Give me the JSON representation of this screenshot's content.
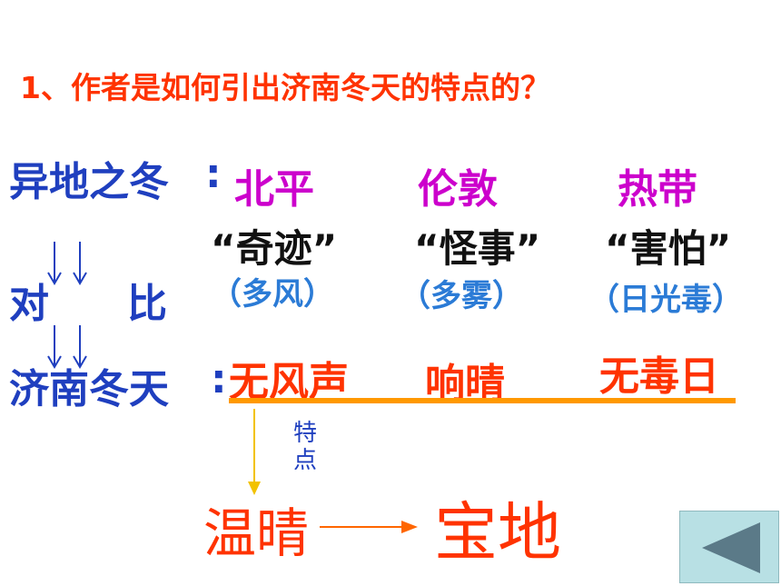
{
  "question": "1、作者是如何引出济南冬天的特点的？",
  "rows": {
    "other_winter_label": "异地之冬",
    "colon1": ":",
    "compare_left": "对",
    "compare_right": "比",
    "jinan_label": "济南冬天",
    "colon2": ":"
  },
  "cities": [
    {
      "name": "北平",
      "feature": "“奇迹”",
      "reason": "（多风）",
      "jinan": "无风声"
    },
    {
      "name": "伦敦",
      "feature": "“怪事”",
      "reason": "（多雾）",
      "jinan": "响晴"
    },
    {
      "name": "热带",
      "feature": "“害怕”",
      "reason": "（日光毒）",
      "jinan": "无毒日"
    }
  ],
  "trait_label": [
    "特",
    "点"
  ],
  "result": {
    "warm_sunny": "温晴",
    "treasure": "宝地"
  },
  "nav": {
    "back_icon": "triangle-left-icon"
  },
  "colors": {
    "question": "#ff3300",
    "blue": "#1f3fbf",
    "purple": "#cc00cc",
    "light_blue": "#2b7bd6",
    "orange_line": "#ff9900",
    "arrow_yellow": "#f2c200",
    "nav_bg": "#b8e0e4",
    "nav_triangle": "#5b7a88"
  }
}
